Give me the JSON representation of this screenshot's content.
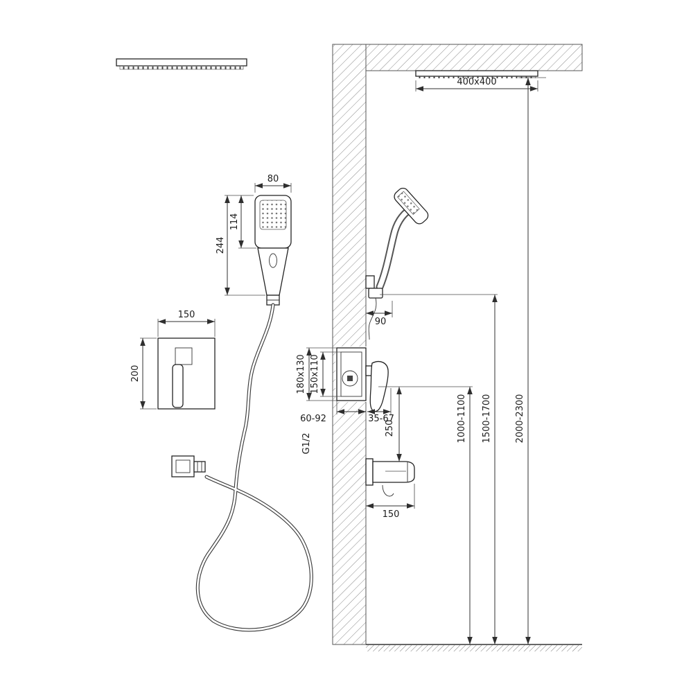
{
  "d": {
    "plan": "400x400",
    "hand_w": "80",
    "hand_head": "114",
    "hand_total": "244",
    "plate_w": "150",
    "plate_h": "200",
    "offset90": "90",
    "box_outer": "180x130",
    "box_inner": "150x110",
    "depth": "60-92",
    "protrude": "35-67",
    "thread": "G1/2",
    "drop": "250",
    "spout_len": "150",
    "h_mixer": "1000-1100",
    "h_holder": "1500-1700",
    "h_head": "2000-2300"
  },
  "colors": {
    "line": "#2f2f2f",
    "hatch": "#8a8a8a",
    "background": "#ffffff"
  }
}
